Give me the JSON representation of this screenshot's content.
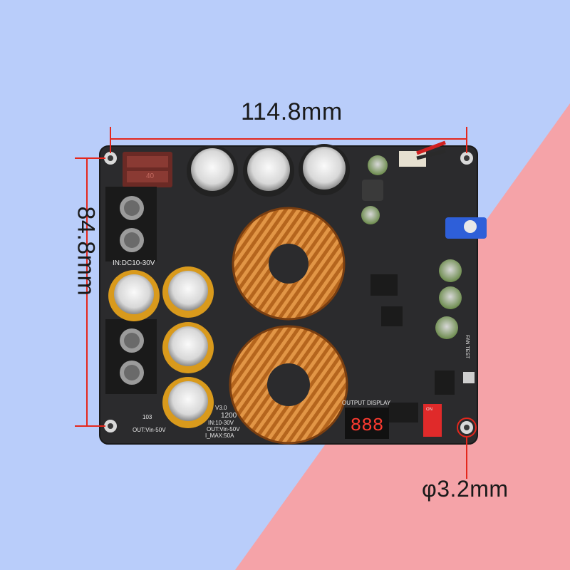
{
  "dimensions": {
    "width": "114.8mm",
    "height": "84.8mm",
    "hole": "φ3.2mm"
  },
  "board_labels": {
    "input_label": "IN:DC10-30V",
    "output_label": "OUT:Vin-50V",
    "version": "V3.0",
    "model": "1200",
    "spec_in": "IN:10-30V",
    "spec_out": "OUT:Vin-50V",
    "spec_max": "I_MAX:50A",
    "display_title": "OUTPUT DISPLAY",
    "display_digits": "888",
    "fan_test": "FAN TEST",
    "fuse_value": "40",
    "resistor_code": "103",
    "dip_on": "ON"
  },
  "colors": {
    "bg_blue": "#b9cdfa",
    "bg_pink": "#f5a3a8",
    "pcb": "#2b2b2d",
    "copper": "#c9772e",
    "dimension_line": "#e4271c"
  }
}
